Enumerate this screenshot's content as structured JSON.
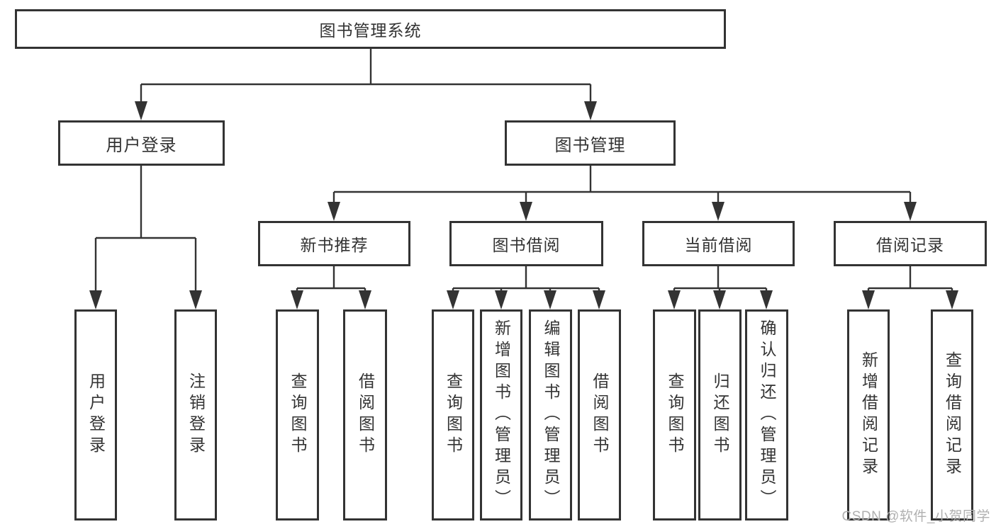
{
  "diagram": {
    "root": {
      "label": "图书管理系统"
    },
    "branches": [
      {
        "label": "用户登录",
        "children": [
          {
            "label": "用户登录"
          },
          {
            "label": "注销登录"
          }
        ]
      },
      {
        "label": "图书管理",
        "children": [
          {
            "label": "新书推荐",
            "children": [
              {
                "label": "查询图书"
              },
              {
                "label": "借阅图书"
              }
            ]
          },
          {
            "label": "图书借阅",
            "children": [
              {
                "label": "查询图书"
              },
              {
                "label": "新增图书（管理员）"
              },
              {
                "label": "编辑图书（管理员）"
              },
              {
                "label": "借阅图书"
              }
            ]
          },
          {
            "label": "当前借阅",
            "children": [
              {
                "label": "查询图书"
              },
              {
                "label": "归还图书"
              },
              {
                "label": "确认归还（管理员）"
              }
            ]
          },
          {
            "label": "借阅记录",
            "children": [
              {
                "label": "新增借阅记录"
              },
              {
                "label": "查询借阅记录"
              }
            ]
          }
        ]
      }
    ]
  },
  "watermark": {
    "text": "CSDN @软件_小贺同学"
  },
  "colors": {
    "line": "#333333",
    "border": "#333333",
    "text": "#333333",
    "watermark": "#b0b0b0",
    "background": "#ffffff"
  }
}
